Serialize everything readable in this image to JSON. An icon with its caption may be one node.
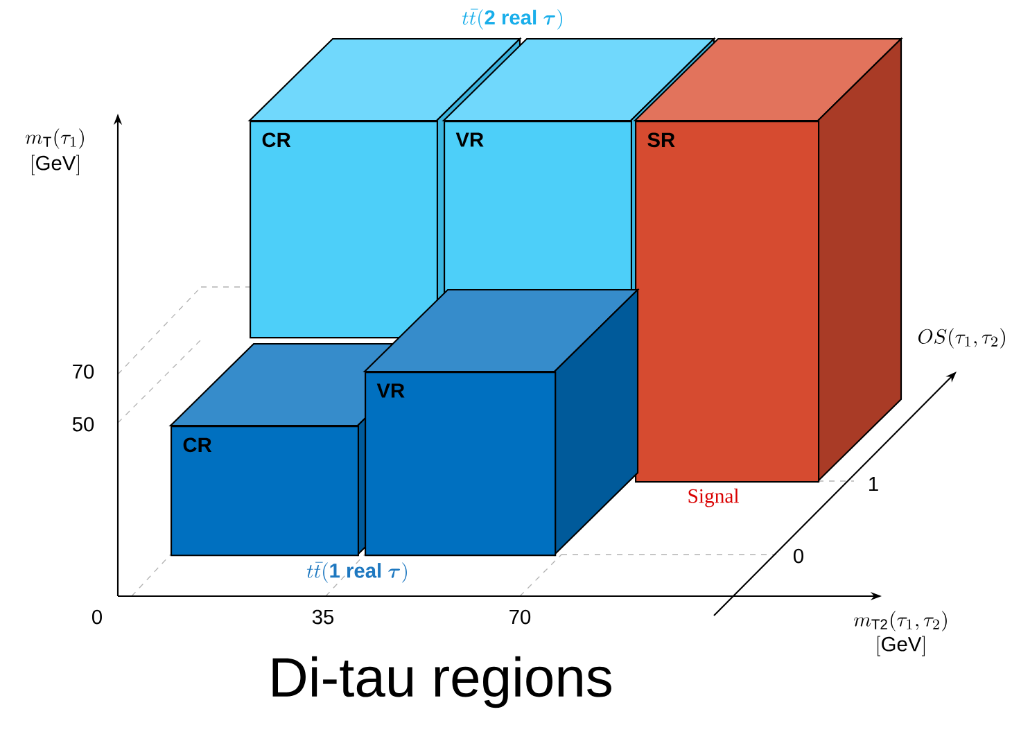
{
  "diagram": {
    "title": "Di-tau regions",
    "nodes": [
      {
        "text": [
          "CR"
        ]
      },
      {
        "text": [
          "VR"
        ]
      },
      {
        "text": [
          "SR"
        ],
        "beside": [
          "Signal"
        ]
      },
      {
        "text": [
          "CR"
        ]
      },
      {
        "text": [
          "VR"
        ]
      }
    ],
    "labels": [
      "t\\bar{t}(\\mathbf{2\\ real}\\ \\boldsymbol{\\tau})",
      "m_{\\mathrm{T}}(\\tau_1)",
      "[\\mathrm{GeV}]",
      "OS(\\tau_1,\\tau_2)",
      "70",
      "50",
      "1",
      "0",
      "t\\bar{t}(\\mathbf{1\\ real}\\ \\boldsymbol{\\tau})",
      "0",
      "35",
      "70",
      "m_{\\mathrm{T2}}(\\tau_1,\\tau_2)",
      "[\\mathrm{GeV}]"
    ]
  }
}
